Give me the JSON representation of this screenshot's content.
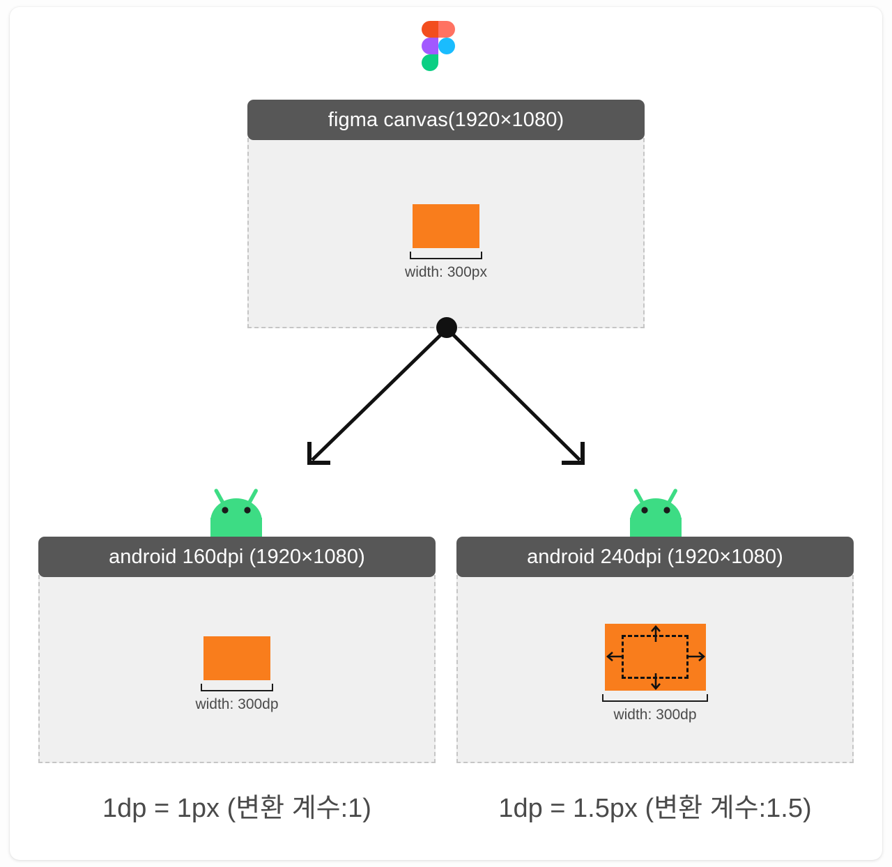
{
  "diagram": {
    "title": "figma canvas to android dp scaling",
    "colors": {
      "header_bg": "#575757",
      "panel_bg": "#f0f0f0",
      "panel_border": "#c5c5c5",
      "orange": "#f97d1c",
      "text_gray": "#4a4a4a",
      "android_green": "#3ddc84",
      "connector": "#111111"
    }
  },
  "source": {
    "logo_name": "figma-logo",
    "header_label": "figma canvas(1920×1080)",
    "shape": {
      "name": "orange-rectangle",
      "measure_label": "width: 300px"
    }
  },
  "targets": [
    {
      "logo_name": "android-logo",
      "header_label": "android 160dpi (1920×1080)",
      "shape": {
        "name": "orange-rectangle",
        "measure_label": "width: 300dp",
        "has_resize_arrows": false
      },
      "caption": "1dp = 1px (변환 계수:1)"
    },
    {
      "logo_name": "android-logo",
      "header_label": "android 240dpi (1920×1080)",
      "shape": {
        "name": "orange-rectangle",
        "measure_label": "width: 300dp",
        "has_resize_arrows": true,
        "arrow_names": [
          "arrow-up-icon",
          "arrow-down-icon",
          "arrow-left-icon",
          "arrow-right-icon"
        ]
      },
      "caption": "1dp = 1.5px (변환 계수:1.5)"
    }
  ]
}
